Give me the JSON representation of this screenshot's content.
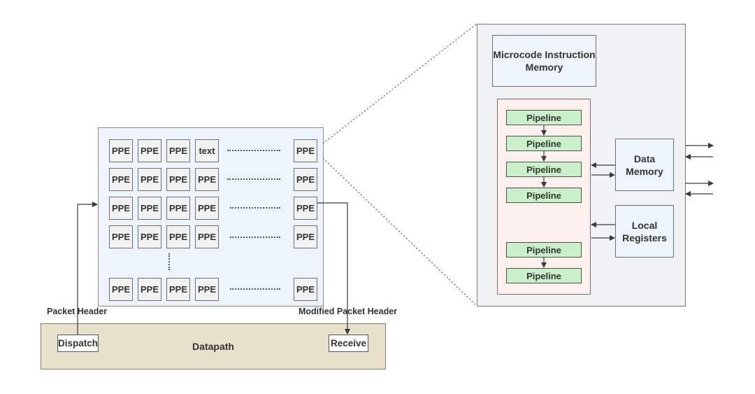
{
  "ppe_array": {
    "rows": [
      [
        "PPE",
        "PPE",
        "PPE",
        "text",
        "PPE"
      ],
      [
        "PPE",
        "PPE",
        "PPE",
        "PPE",
        "PPE"
      ],
      [
        "PPE",
        "PPE",
        "PPE",
        "PPE",
        "PPE"
      ],
      [
        "PPE",
        "PPE",
        "PPE",
        "PPE",
        "PPE"
      ],
      [
        "PPE",
        "PPE",
        "PPE",
        "PPE",
        "PPE"
      ]
    ]
  },
  "datapath": {
    "label": "Datapath",
    "dispatch": "Dispatch",
    "receive": "Receive",
    "packet_header": "Packet Header",
    "modified_packet_header": "Modified Packet Header"
  },
  "detail": {
    "microcode_memory": "Microcode Instruction Memory",
    "data_memory": "Data Memory",
    "local_registers": "Local Registers",
    "pipelines": [
      "Pipeline",
      "Pipeline",
      "Pipeline",
      "Pipeline",
      "Pipeline",
      "Pipeline"
    ]
  },
  "colors": {
    "ppe_array_fill": "#edf4fc",
    "datapath_fill": "#e8e1cb",
    "pipeline_fill": "#c9f0c9",
    "pipeline_panel_fill": "#fcf0ee",
    "detail_fill": "#f1f2f4"
  }
}
